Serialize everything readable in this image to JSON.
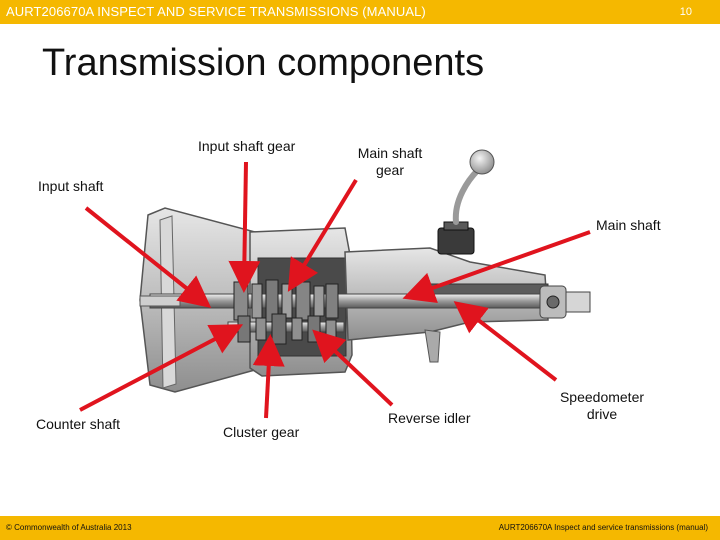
{
  "header": {
    "course_title": "AURT206670A INSPECT AND SERVICE TRANSMISSIONS (MANUAL)",
    "page_number": "10"
  },
  "slide": {
    "title": "Transmission components"
  },
  "labels": {
    "input_shaft_gear": "Input shaft gear",
    "main_shaft_gear_line1": "Main shaft",
    "main_shaft_gear_line2": "gear",
    "input_shaft": "Input shaft",
    "main_shaft": "Main shaft",
    "counter_shaft": "Counter shaft",
    "cluster_gear": "Cluster gear",
    "reverse_idler": "Reverse idler",
    "speedometer_line1": "Speedometer",
    "speedometer_line2": "drive"
  },
  "footer": {
    "copyright": "© Commonwealth of Australia 2013",
    "course_footer": "AURT206670A Inspect and service transmissions (manual)"
  },
  "colors": {
    "bar": "#f5b800",
    "arrow": "#e0141e"
  }
}
